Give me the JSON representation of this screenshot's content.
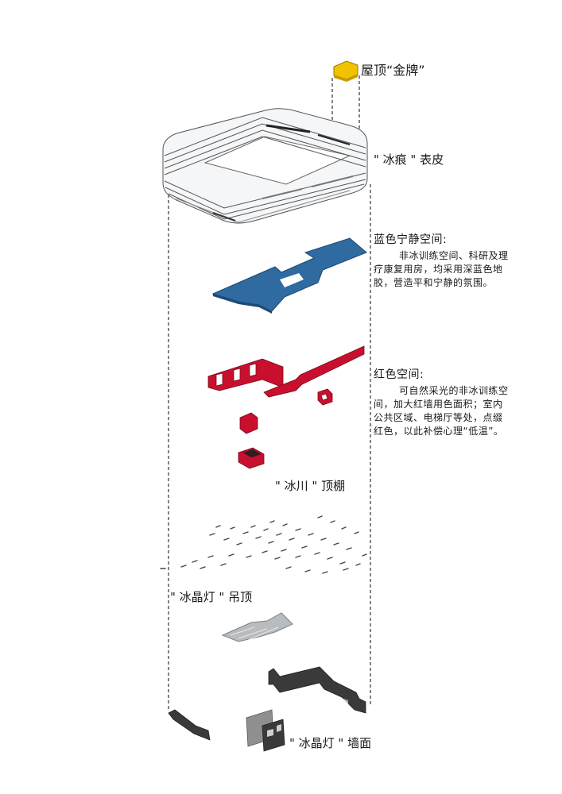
{
  "labels": {
    "roof": "屋顶“金牌”",
    "skin": "\" 冰痕 \" 表皮",
    "ceiling_canopy": "\" 冰川 \" 顶棚",
    "suspended_ceiling": "\" 冰晶灯 \" 吊顶",
    "wall": "\" 冰晶灯 \" 墙面"
  },
  "blue_space": {
    "title": "蓝色宁静空间:",
    "lines": [
      "非冰训练空间、科研及理",
      "疗康复用房，均采用深蓝色地",
      "胶，营造平和宁静的氛围。"
    ]
  },
  "red_space": {
    "title": "红色空间:",
    "lines": [
      "可自然采光的非冰训练空",
      "间，加大红墙用色面积；室内",
      "公共区域、电梯厅等处，点缀",
      "红色，以此补偿心理“低温”。"
    ]
  },
  "colors": {
    "gold": "#f2c200",
    "blue": "#2f6aa0",
    "red": "#c8102e",
    "dark": "#3a3a3a",
    "guide": "#333333"
  }
}
